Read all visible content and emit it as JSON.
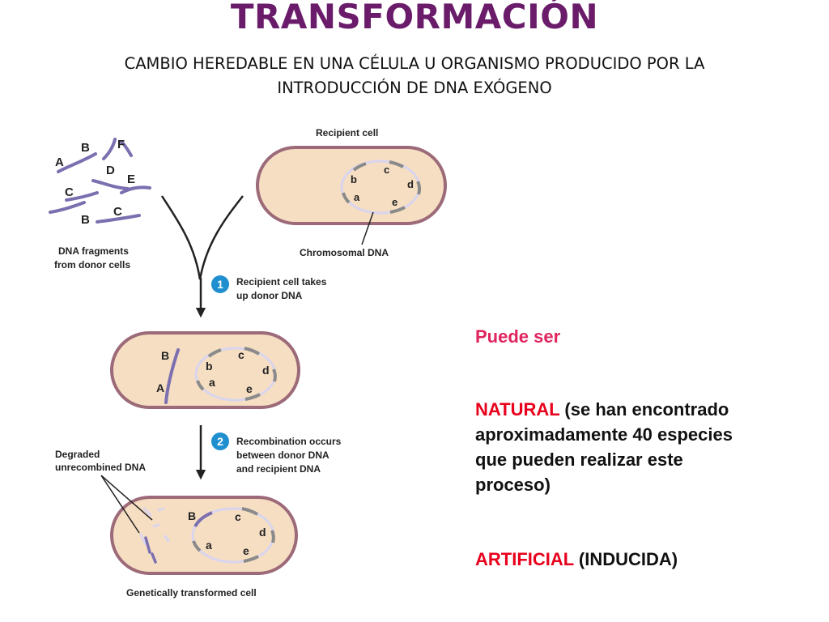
{
  "title": "TRANSFORMACIÓN",
  "subtitle": {
    "line1": "CAMBIO HEREDABLE EN UNA CÉLULA U ORGANISMO PRODUCIDO POR LA",
    "line2": "INTRODUCCIÓN DE DNA EXÓGENO"
  },
  "diagram": {
    "fragment_letters": [
      "A",
      "B",
      "F",
      "D",
      "E",
      "C",
      "B",
      "C"
    ],
    "donor_label": [
      "DNA fragments",
      "from donor cells"
    ],
    "recipient_label": "Recipient cell",
    "chromosomal_label": "Chromosomal DNA",
    "gene_letters": [
      "b",
      "c",
      "d",
      "a",
      "e"
    ],
    "step1": {
      "number": "1",
      "lines": [
        "Recipient cell takes",
        "up donor DNA"
      ]
    },
    "cell2_letters": [
      "B",
      "A",
      "b",
      "c",
      "d",
      "a",
      "e"
    ],
    "step2": {
      "number": "2",
      "lines": [
        "Recombination occurs",
        "between donor DNA",
        "and recipient DNA"
      ]
    },
    "degraded_label": [
      "Degraded",
      "unrecombined DNA"
    ],
    "cell3_letters": [
      "B",
      "c",
      "d",
      "a",
      "e"
    ],
    "final_label": "Genetically transformed cell"
  },
  "side": {
    "puede": "Puede ser",
    "natural_word": "NATURAL",
    "natural_lines": [
      " (se han encontrado",
      "aproximadamente 40 especies",
      "que pueden realizar este",
      "proceso)"
    ],
    "artificial_word": "ARTIFICIAL",
    "artificial_rest": " (INDUCIDA)"
  },
  "colors": {
    "title": "#6a1b6a",
    "cell_fill": "#f6dec3",
    "cell_border": "#9c6a78",
    "donor_dna": "#7b6fb0",
    "chromosome": "#d9d5ee",
    "gene_segment": "#8a8a8a",
    "step_circle": "#1f8fd0",
    "red": "#e8001c",
    "pink": "#e0245e"
  }
}
